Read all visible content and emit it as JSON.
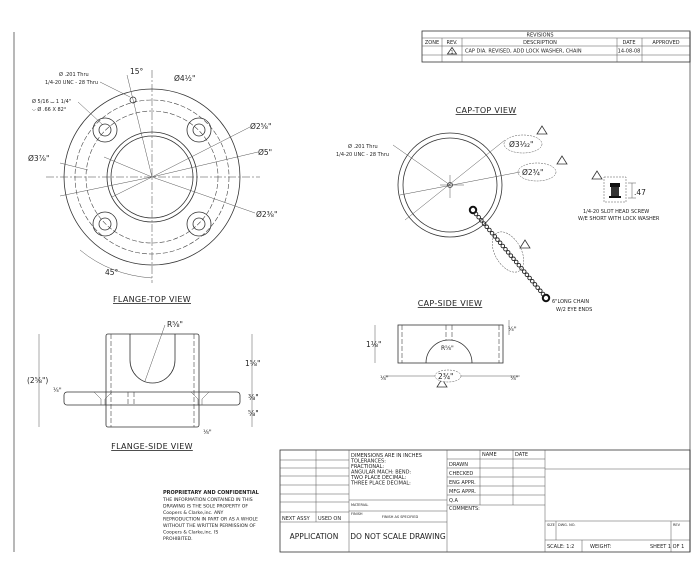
{
  "revisions": {
    "title": "REVISIONS",
    "headers": {
      "zone": "ZONE",
      "rev": "REV.",
      "description": "DESCRIPTION",
      "date": "DATE",
      "approved": "APPROVED"
    },
    "rows": [
      {
        "rev": "1",
        "description": "CAP DIA. REVISED, ADD LOCK WASHER, CHAIN",
        "date": "14-08-08"
      }
    ]
  },
  "flange_top": {
    "title": "FLANGE-TOP VIEW",
    "hole_note_1": "Ø .201 Thru",
    "hole_note_2": "1/4-20 UNC - 28 Thru",
    "cbore_note_1": "Ø 5/16 ⌴ 1 1/4\"",
    "cbore_note_2": "⌵ Ø .66 X 82°",
    "angle_top": "15°",
    "angle_bottom": "45°",
    "dia_outer": "Ø4½\"",
    "dia_bolt": "Ø3⅞\"",
    "dia_a": "Ø2⅝\"",
    "dia_b": "Ø5\"",
    "dia_c": "Ø2⅜\""
  },
  "flange_side": {
    "title": "FLANGE-SIDE VIEW",
    "radius": "R⅝\"",
    "overall": "(2⅝\")",
    "quarter": "¼\"",
    "height": "1⅝\"",
    "plate": "⅜\"",
    "bottom": "⅝\"",
    "wall": "⅛\""
  },
  "cap_top": {
    "title": "CAP-TOP VIEW",
    "hole_note_1": "Ø .201 Thru",
    "hole_note_2": "1/4-20 UNC - 28 Thru",
    "dia_outer": "Ø3⅟₃₂\"",
    "dia_inner": "Ø2¾\"",
    "rev_marker": "1"
  },
  "screw": {
    "dim": ".47",
    "note_1": "1/4-20 SLOT HEAD SCREW",
    "note_2": "W/E SHORT WITH LOCK WASHER"
  },
  "chain": {
    "note_1": "6\"LONG CHAIN",
    "note_2": "W/2 EYE ENDS"
  },
  "cap_side": {
    "title": "CAP-SIDE VIEW",
    "radius": "R⅝\"",
    "height": "1⅛\"",
    "top": "¼\"",
    "width": "2¾\"",
    "left": "⅛\"",
    "right": "⅛\""
  },
  "title_block": {
    "proprietary_title": "PROPRIETARY AND CONFIDENTIAL",
    "proprietary_lines": [
      "THE INFORMATION CONTAINED IN THIS",
      "DRAWING IS THE SOLE PROPERTY OF",
      "Coopers & Clarke,inc. ANY",
      "REPRODUCTION IN PART OR AS A WHOLE",
      "WITHOUT THE WRITTEN PERMISSION OF",
      "Coopers & Clarke,inc. IS",
      "PROHIBITED."
    ],
    "next_assy": "NEXT ASSY",
    "used_on": "USED ON",
    "application": "APPLICATION",
    "dims_lines": [
      "DIMENSIONS ARE IN INCHES",
      "TOLERANCES:",
      "FRACTIONAL:",
      "ANGULAR MACH:      BEND:",
      "TWO PLACE DECIMAL:",
      "THREE PLACE DECIMAL:"
    ],
    "material": "MATERIAL",
    "finish": "FINISH",
    "finish_sub": "FINISH AS SPECIFIED",
    "do_not_scale": "DO NOT SCALE DRAWING",
    "name": "NAME",
    "date": "DATE",
    "drawn": "DRAWN",
    "checked": "CHECKED",
    "eng_appr": "ENG APPR.",
    "mfg_appr": "MFG APPR.",
    "qa": "Q.A",
    "comments": "COMMENTS:",
    "size": "SIZE",
    "dwg_no": "DWG. NO.",
    "rev": "REV",
    "scale": "SCALE: 1:2",
    "weight": "WEIGHT:",
    "sheet": "SHEET 1 OF 1"
  }
}
